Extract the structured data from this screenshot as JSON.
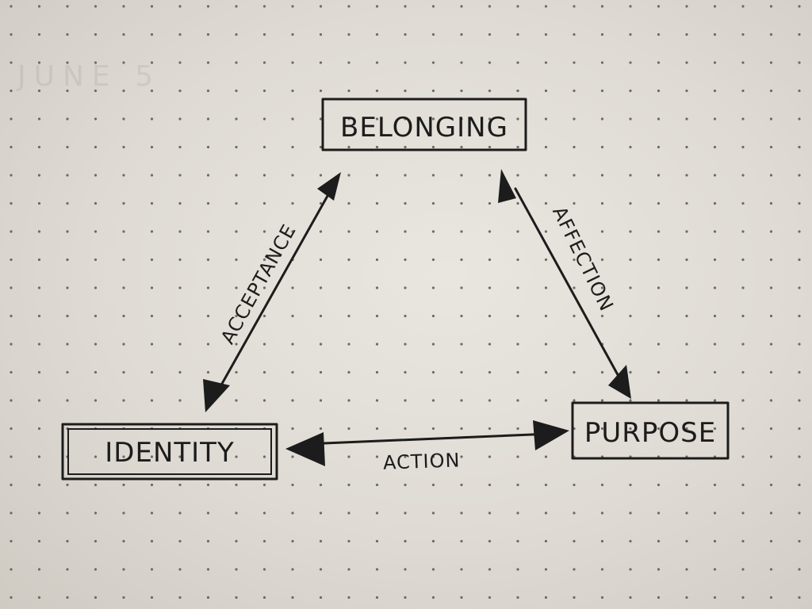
{
  "page": {
    "date": "JUNE 5"
  },
  "diagram": {
    "nodes": {
      "belonging": {
        "label": "BELONGING"
      },
      "identity": {
        "label": "IDENTITY"
      },
      "purpose": {
        "label": "PURPOSE"
      }
    },
    "edges": {
      "acceptance": {
        "label": "ACCEPTANCE",
        "from": "BELONGING",
        "to": "IDENTITY",
        "bidirectional": true
      },
      "affection": {
        "label": "AFFECTION",
        "from": "BELONGING",
        "to": "PURPOSE",
        "bidirectional": true
      },
      "action": {
        "label": "ACTION",
        "from": "IDENTITY",
        "to": "PURPOSE",
        "bidirectional": true
      }
    }
  },
  "colors": {
    "paper": "#e4e1db",
    "ink": "#1c1c1c",
    "dots": "#6f6a63"
  }
}
